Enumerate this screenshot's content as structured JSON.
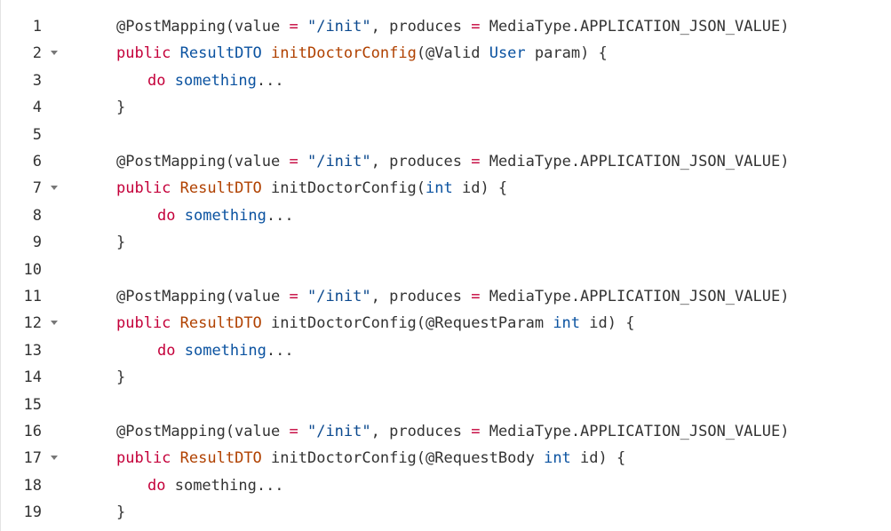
{
  "editor": {
    "colors": {
      "plain": "#333333",
      "keyword": "#c4003a",
      "type": "#0a52a0",
      "function": "#b04100",
      "string": "#0c4a8f",
      "operator": "#c4003a"
    },
    "lines": [
      {
        "num": "1",
        "fold": false,
        "indent": 0,
        "tokens": [
          {
            "t": "@PostMapping(value ",
            "c": "plain"
          },
          {
            "t": "=",
            "c": "op"
          },
          {
            "t": " ",
            "c": "plain"
          },
          {
            "t": "\"/init\"",
            "c": "str"
          },
          {
            "t": ", produces ",
            "c": "plain"
          },
          {
            "t": "=",
            "c": "op"
          },
          {
            "t": " MediaType.APPLICATION_JSON_VALUE)",
            "c": "plain"
          }
        ]
      },
      {
        "num": "2",
        "fold": true,
        "indent": 0,
        "tokens": [
          {
            "t": "public",
            "c": "kw"
          },
          {
            "t": " ",
            "c": "plain"
          },
          {
            "t": "ResultDTO",
            "c": "type"
          },
          {
            "t": " ",
            "c": "plain"
          },
          {
            "t": "initDoctorConfig",
            "c": "func"
          },
          {
            "t": "(@Valid ",
            "c": "plain"
          },
          {
            "t": "User",
            "c": "type"
          },
          {
            "t": " param) {",
            "c": "plain"
          }
        ]
      },
      {
        "num": "3",
        "fold": false,
        "indent": 1,
        "tokens": [
          {
            "t": "do",
            "c": "kw"
          },
          {
            "t": " ",
            "c": "plain"
          },
          {
            "t": "something",
            "c": "type"
          },
          {
            "t": "...",
            "c": "plain"
          }
        ]
      },
      {
        "num": "4",
        "fold": false,
        "indent": 0,
        "tokens": [
          {
            "t": "}",
            "c": "plain"
          }
        ]
      },
      {
        "num": "5",
        "fold": false,
        "indent": 0,
        "tokens": []
      },
      {
        "num": "6",
        "fold": false,
        "indent": 0,
        "tokens": [
          {
            "t": "@PostMapping(value ",
            "c": "plain"
          },
          {
            "t": "=",
            "c": "op"
          },
          {
            "t": " ",
            "c": "plain"
          },
          {
            "t": "\"/init\"",
            "c": "str"
          },
          {
            "t": ", produces ",
            "c": "plain"
          },
          {
            "t": "=",
            "c": "op"
          },
          {
            "t": " MediaType.APPLICATION_JSON_VALUE)",
            "c": "plain"
          }
        ]
      },
      {
        "num": "7",
        "fold": true,
        "indent": 0,
        "tokens": [
          {
            "t": "public",
            "c": "kw"
          },
          {
            "t": " ",
            "c": "plain"
          },
          {
            "t": "ResultDTO",
            "c": "func"
          },
          {
            "t": " initDoctorConfig(",
            "c": "plain"
          },
          {
            "t": "int",
            "c": "type"
          },
          {
            "t": " id) {",
            "c": "plain"
          }
        ]
      },
      {
        "num": "8",
        "fold": false,
        "indent": 2,
        "tokens": [
          {
            "t": "do",
            "c": "kw"
          },
          {
            "t": " ",
            "c": "plain"
          },
          {
            "t": "something",
            "c": "type"
          },
          {
            "t": "...",
            "c": "plain"
          }
        ]
      },
      {
        "num": "9",
        "fold": false,
        "indent": 0,
        "tokens": [
          {
            "t": "}",
            "c": "plain"
          }
        ]
      },
      {
        "num": "10",
        "fold": false,
        "indent": 0,
        "tokens": []
      },
      {
        "num": "11",
        "fold": false,
        "indent": 0,
        "tokens": [
          {
            "t": "@PostMapping(value ",
            "c": "plain"
          },
          {
            "t": "=",
            "c": "op"
          },
          {
            "t": " ",
            "c": "plain"
          },
          {
            "t": "\"/init\"",
            "c": "str"
          },
          {
            "t": ", produces ",
            "c": "plain"
          },
          {
            "t": "=",
            "c": "op"
          },
          {
            "t": " MediaType.APPLICATION_JSON_VALUE)",
            "c": "plain"
          }
        ]
      },
      {
        "num": "12",
        "fold": true,
        "indent": 0,
        "tokens": [
          {
            "t": "public",
            "c": "kw"
          },
          {
            "t": " ",
            "c": "plain"
          },
          {
            "t": "ResultDTO",
            "c": "func"
          },
          {
            "t": " initDoctorConfig(@RequestParam ",
            "c": "plain"
          },
          {
            "t": "int",
            "c": "type"
          },
          {
            "t": " id) {",
            "c": "plain"
          }
        ]
      },
      {
        "num": "13",
        "fold": false,
        "indent": 2,
        "tokens": [
          {
            "t": "do",
            "c": "kw"
          },
          {
            "t": " ",
            "c": "plain"
          },
          {
            "t": "something",
            "c": "type"
          },
          {
            "t": "...",
            "c": "plain"
          }
        ]
      },
      {
        "num": "14",
        "fold": false,
        "indent": 0,
        "tokens": [
          {
            "t": "}",
            "c": "plain"
          }
        ]
      },
      {
        "num": "15",
        "fold": false,
        "indent": 0,
        "tokens": []
      },
      {
        "num": "16",
        "fold": false,
        "indent": 0,
        "tokens": [
          {
            "t": "@PostMapping(value ",
            "c": "plain"
          },
          {
            "t": "=",
            "c": "op"
          },
          {
            "t": " ",
            "c": "plain"
          },
          {
            "t": "\"/init\"",
            "c": "str"
          },
          {
            "t": ", produces ",
            "c": "plain"
          },
          {
            "t": "=",
            "c": "op"
          },
          {
            "t": " MediaType.APPLICATION_JSON_VALUE)",
            "c": "plain"
          }
        ]
      },
      {
        "num": "17",
        "fold": true,
        "indent": 0,
        "tokens": [
          {
            "t": "public",
            "c": "kw"
          },
          {
            "t": " ",
            "c": "plain"
          },
          {
            "t": "ResultDTO",
            "c": "func"
          },
          {
            "t": " initDoctorConfig(@RequestBody ",
            "c": "plain"
          },
          {
            "t": "int",
            "c": "type"
          },
          {
            "t": " id) {",
            "c": "plain"
          }
        ]
      },
      {
        "num": "18",
        "fold": false,
        "indent": 1,
        "tokens": [
          {
            "t": "do",
            "c": "kw"
          },
          {
            "t": " something...",
            "c": "plain"
          }
        ]
      },
      {
        "num": "19",
        "fold": false,
        "indent": 0,
        "tokens": [
          {
            "t": "}",
            "c": "plain"
          }
        ]
      }
    ]
  }
}
